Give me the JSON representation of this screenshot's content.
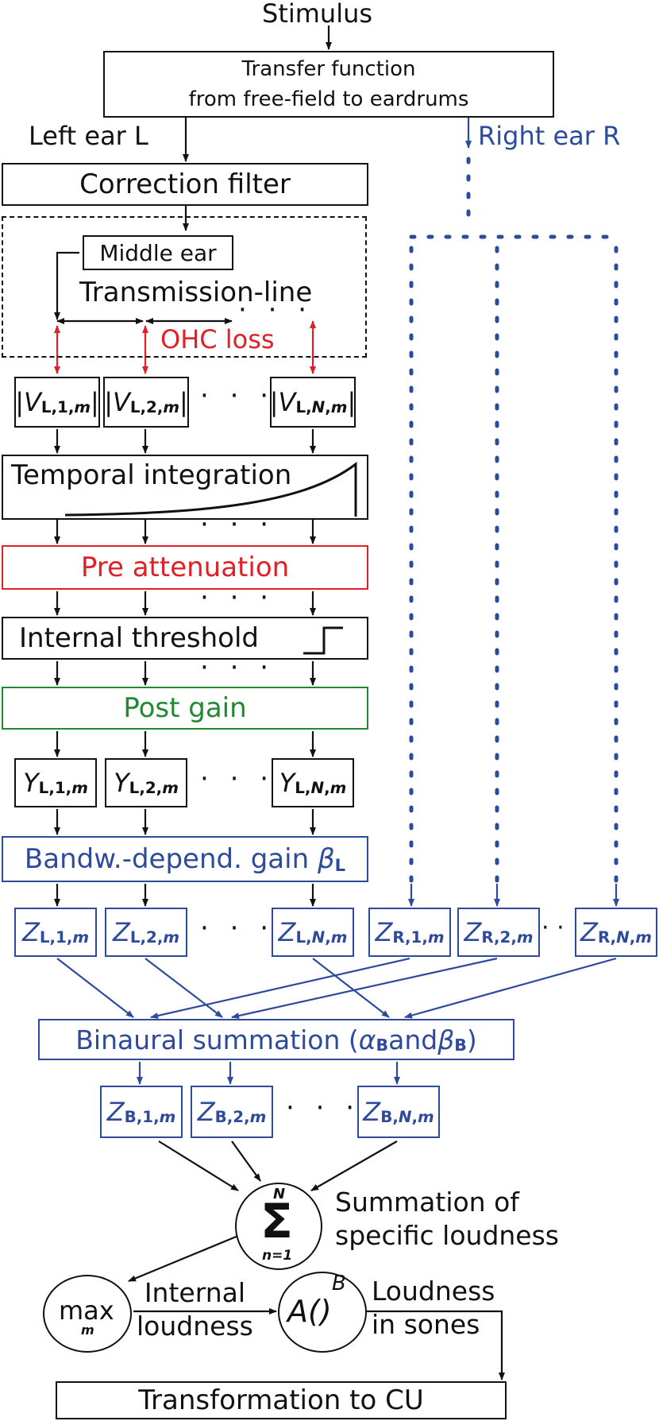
{
  "labels": {
    "stimulus": "Stimulus",
    "transfer_line1": "Transfer function",
    "transfer_line2": "from free-field to eardrums",
    "left_ear": "Left ear L",
    "right_ear": "Right ear R",
    "correction_filter": "Correction filter",
    "middle_ear": "Middle ear",
    "transmission_line": "Transmission-line",
    "ohc_loss": "OHC loss",
    "temporal_integration": "Temporal integration",
    "pre_attenuation": "Pre attenuation",
    "internal_threshold": "Internal threshold",
    "post_gain": "Post gain",
    "bandw_gain": "Bandw.-depend. gain",
    "binaural_summation_pre": "Binaural summation (",
    "binaural_and": " and ",
    "binaural_close": ")",
    "summation_line1": "Summation of",
    "summation_line2": "specific loudness",
    "max": "max",
    "max_sub": "m",
    "internal_line1": "Internal",
    "internal_line2": "loudness",
    "power_base": "A()",
    "power_exp": "B",
    "loudness_line1": "Loudness",
    "loudness_line2": "in sones",
    "transform_cu": "Transformation to CU",
    "ellipsis": "· · ·"
  },
  "symbols": {
    "V": "V",
    "Y": "Y",
    "Z": "Z",
    "beta": "β",
    "alpha": "α",
    "sum_top": "N",
    "sum_sign": "Σ",
    "sum_bottom": "n=1",
    "sub_L": "L",
    "sub_R": "R",
    "sub_B": "B",
    "ch1": ",1,",
    "ch2": ",2,",
    "chN_pre": ",",
    "chN": "N",
    "chN_post": ",",
    "m": "m"
  },
  "colors": {
    "black": "#111111",
    "red": "#e01f26",
    "green": "#1f8a2e",
    "blue": "#2e4a9c"
  }
}
